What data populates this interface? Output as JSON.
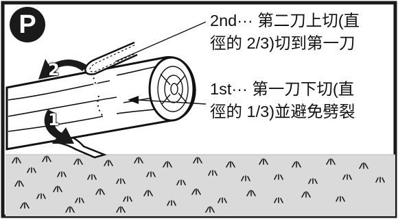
{
  "badge": {
    "letter": "P"
  },
  "steps": [
    {
      "number": "2",
      "lines": [
        "2nd··· 第二刀上切(直",
        "徑的 2/3)切到第一刀"
      ]
    },
    {
      "number": "1",
      "lines": [
        "1st··· 第一刀下切(直",
        "徑的 1/3)並避免劈裂"
      ]
    }
  ],
  "colors": {
    "frame": "#1a1a1a",
    "ground": "#d8d8d8",
    "ink": "#111111",
    "log_fill": "#ffffff"
  }
}
